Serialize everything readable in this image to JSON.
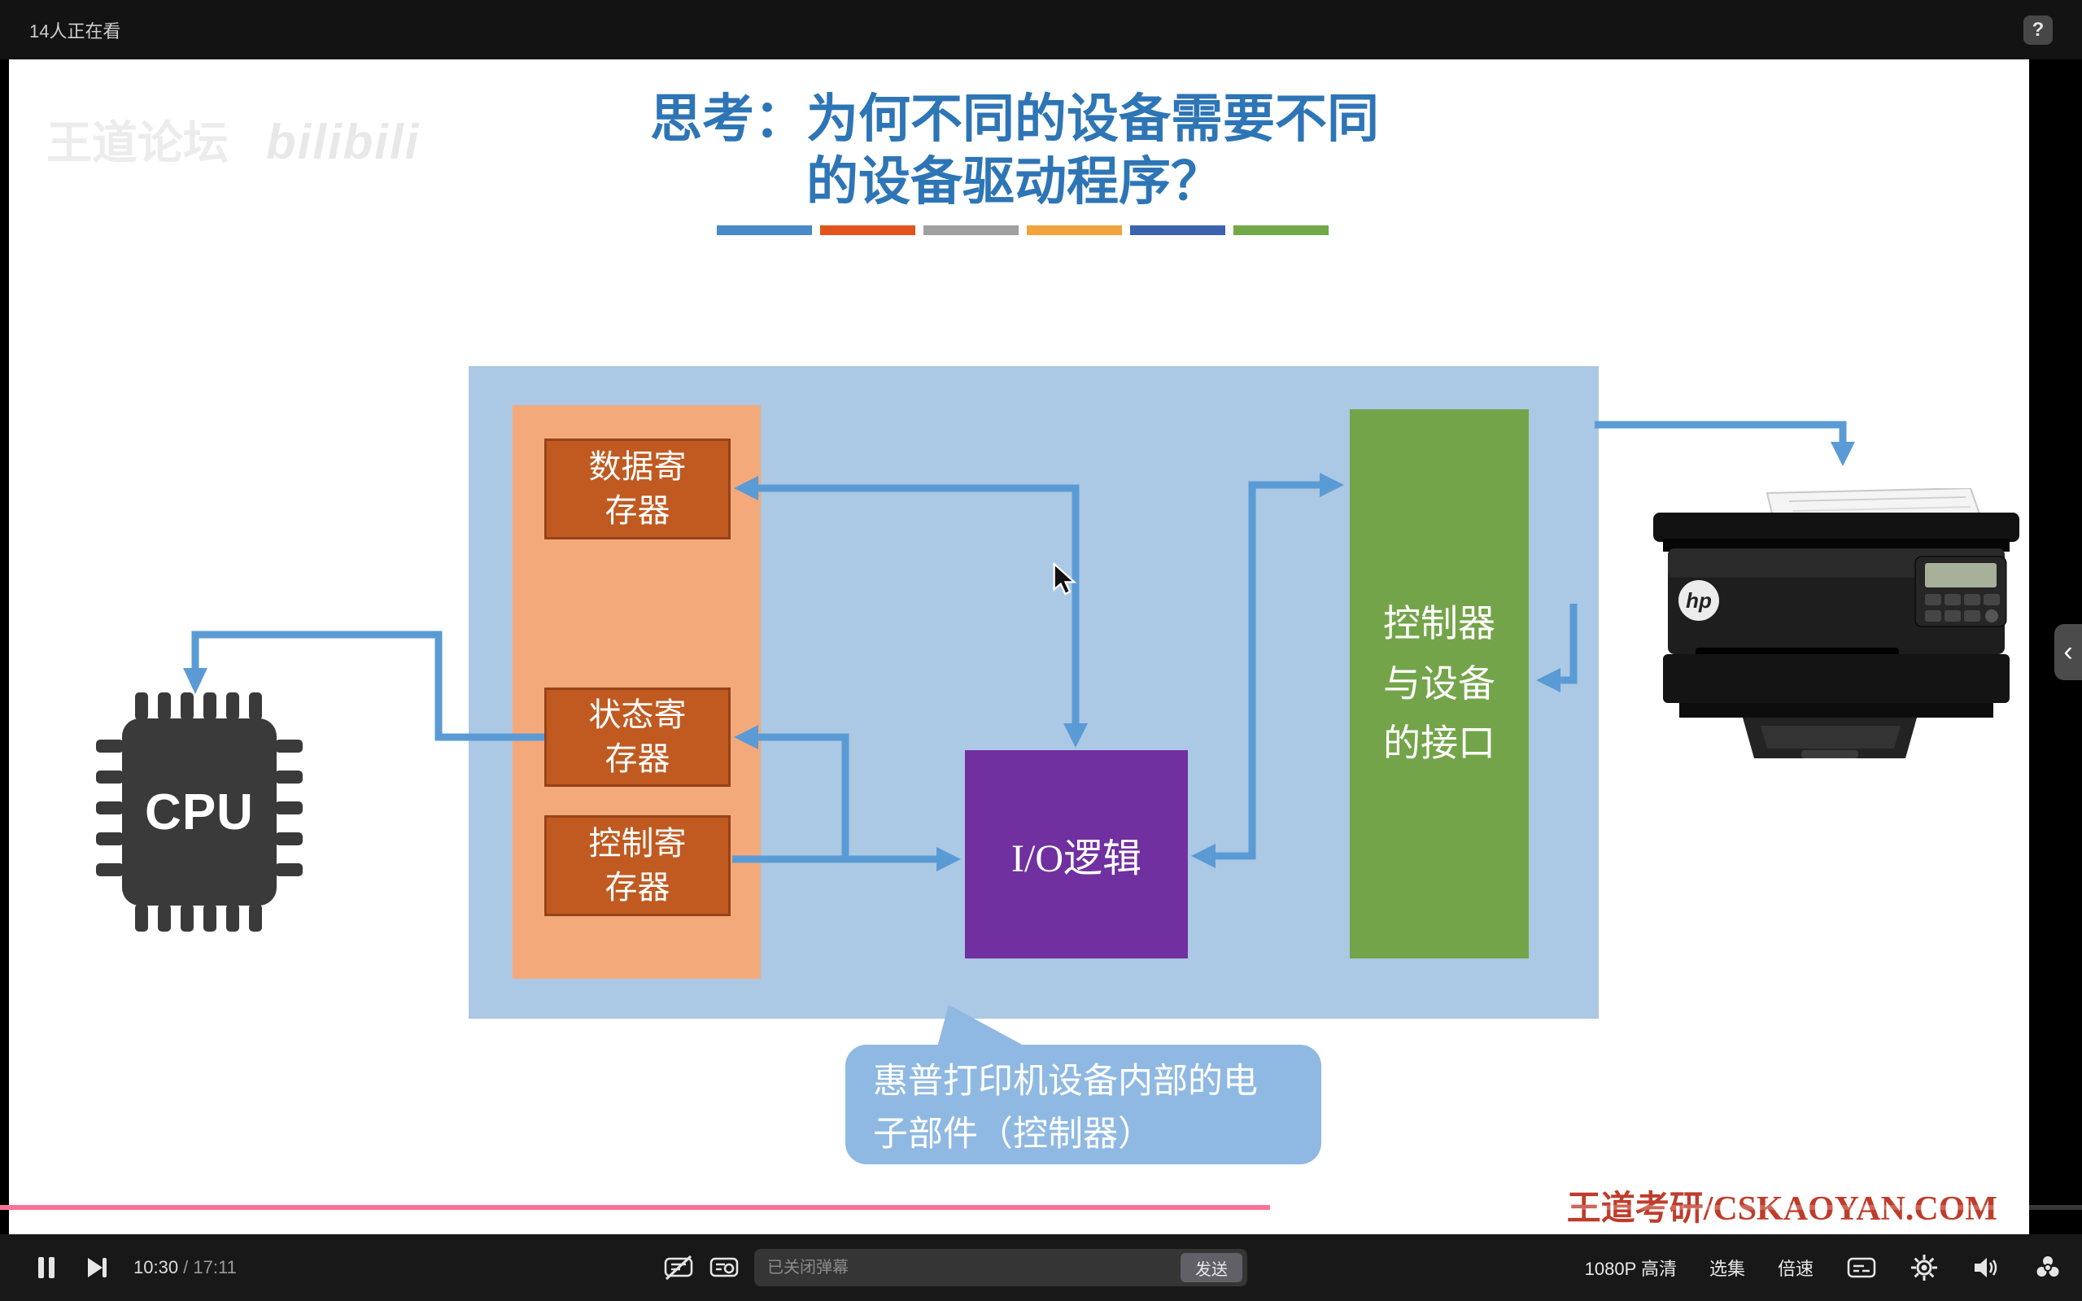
{
  "colors": {
    "accent-pink": "#fb7299",
    "title-blue": "#2e75b6",
    "container-blue": "#abc8e4",
    "panel-orange": "#f4a97b",
    "box-orange": "#c05a20",
    "box-orange-border": "#96431a",
    "purple": "#7030a0",
    "green": "#74a449",
    "arrow-blue": "#5b9bd5",
    "bubble-blue": "#8fb9e2",
    "brand-red": "#bf3c2b",
    "bar1": "#4a89c8",
    "bar2": "#e2541c",
    "bar3": "#a0a0a0",
    "bar4": "#f1a43c",
    "bar5": "#3c63ae",
    "bar6": "#73a848"
  },
  "player": {
    "top_bar": {
      "watching": "14人正在看",
      "help_label": "?"
    },
    "side_tab_label": "‹",
    "controls": {
      "time_current": "10:30",
      "time_separator": " / ",
      "time_total": "17:11",
      "danmaku_placeholder": "已关闭弹幕",
      "send_label": "发送",
      "quality_label": "1080P 高清",
      "episodes_label": "选集",
      "speed_label": "倍速",
      "progress_width": "61%"
    }
  },
  "slide": {
    "watermark_text": "王道论坛",
    "watermark_logo": "bilibili",
    "title_line1": "思考：为何不同的设备需要不同",
    "title_line2": "的设备驱动程序？",
    "cpu_label": "CPU",
    "register_data": "数据寄\n存器",
    "register_status": "状态寄\n存器",
    "register_control": "控制寄\n存器",
    "io_logic_label": "I/O逻辑",
    "interface_label": "控制器\n与设备\n的接口",
    "bubble_text": "惠普打印机设备内部的电\n子部件（控制器）",
    "brand_footer": "王道考研/CSKAOYAN.COM",
    "printer_logo": "hp"
  }
}
